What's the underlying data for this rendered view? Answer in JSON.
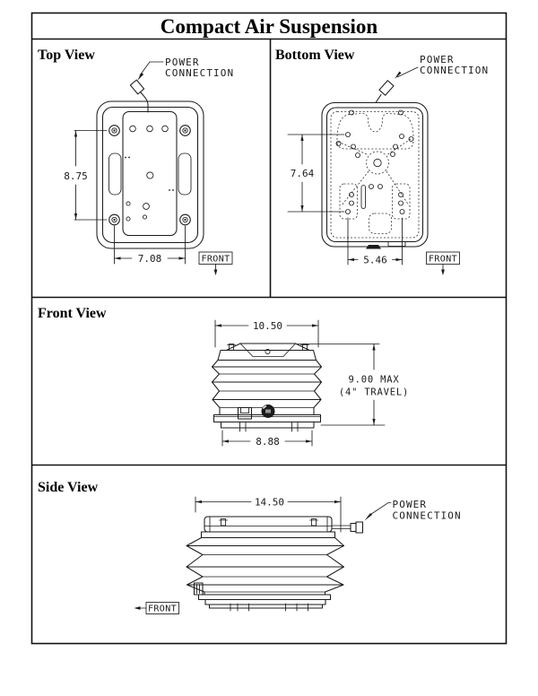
{
  "title": "Compact Air Suspension",
  "colors": {
    "line": "#1a1a1a",
    "background": "#ffffff"
  },
  "views": {
    "top_view": {
      "label": "Top View",
      "power_line1": "POWER",
      "power_line2": "CONNECTION",
      "height_dim": "8.75",
      "width_dim": "7.08",
      "front_label": "FRONT"
    },
    "bottom_view": {
      "label": "Bottom View",
      "power_line1": "POWER",
      "power_line2": "CONNECTION",
      "height_dim": "7.64",
      "width_dim": "5.46",
      "front_label": "FRONT"
    },
    "front_view": {
      "label": "Front View",
      "top_width_dim": "10.50",
      "height_dim_line1": "9.00 MAX",
      "height_dim_line2": "(4\" TRAVEL)",
      "base_width_dim": "8.88"
    },
    "side_view": {
      "label": "Side View",
      "width_dim": "14.50",
      "power_line1": "POWER",
      "power_line2": "CONNECTION",
      "front_label": "FRONT"
    }
  }
}
